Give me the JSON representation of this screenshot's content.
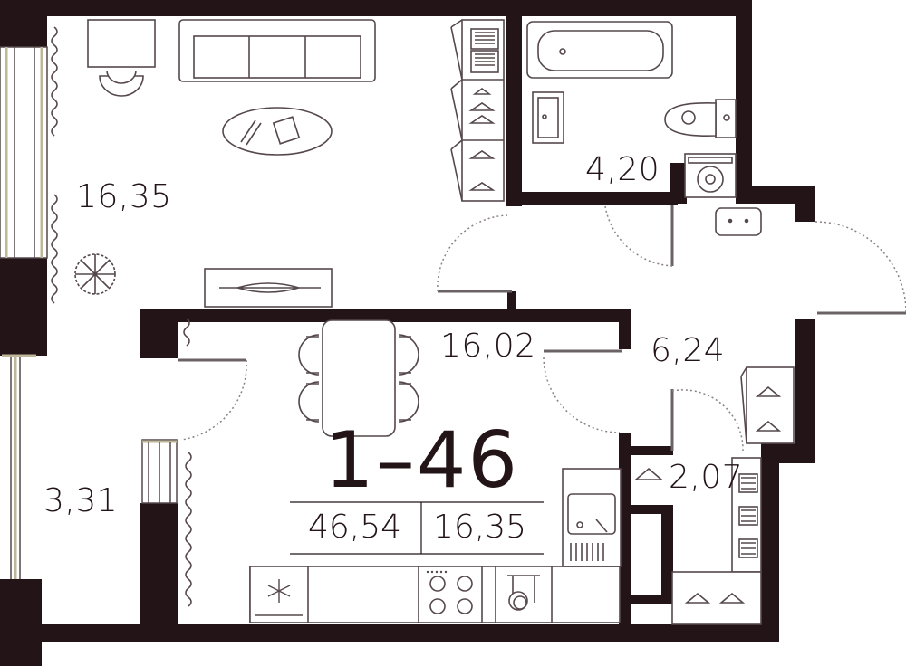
{
  "apartment": {
    "unit_number": "1–46",
    "total_area": "46,54",
    "living_area": "16,35"
  },
  "rooms": [
    {
      "id": "living-room",
      "area": "16,35"
    },
    {
      "id": "bathroom",
      "area": "4,20"
    },
    {
      "id": "kitchen",
      "area": "16,02"
    },
    {
      "id": "hallway",
      "area": "6,24"
    },
    {
      "id": "balcony",
      "area": "3,31"
    },
    {
      "id": "wardrobe",
      "area": "2,07"
    }
  ],
  "colors": {
    "wall": "#231418",
    "line": "#55484c",
    "light_line": "#8a8286",
    "window": "#bfb79a",
    "background": "#ffffff"
  }
}
